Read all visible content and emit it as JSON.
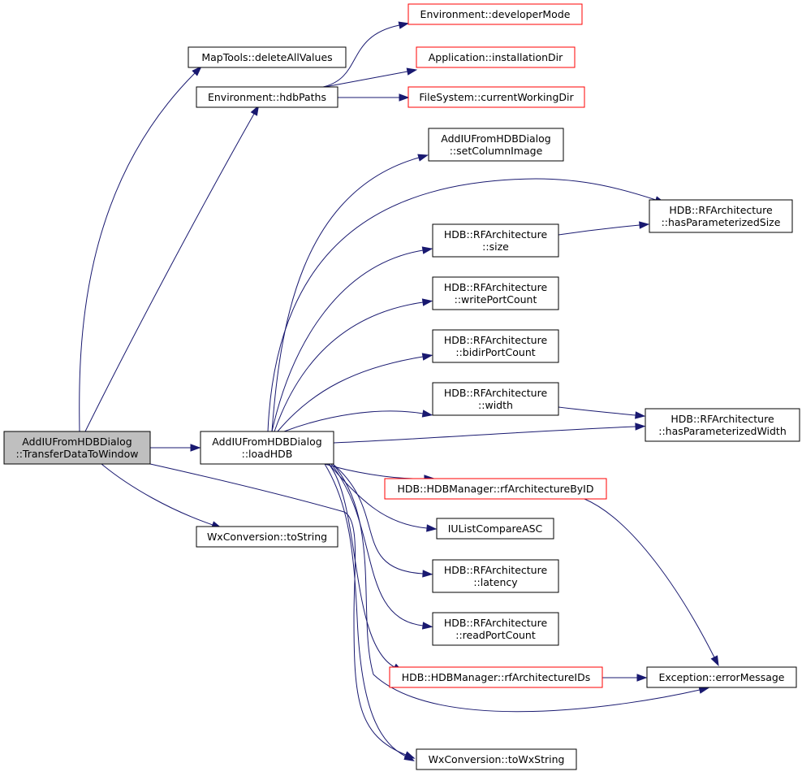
{
  "colors": {
    "edge": "#191970",
    "border_normal": "#000000",
    "border_truncated": "#ff0000",
    "fill_normal": "#ffffff",
    "fill_root": "#bfbfbf"
  },
  "nodes": {
    "root": {
      "lines": [
        "AddIUFromHDBDialog",
        "::TransferDataToWindow"
      ],
      "kind": "root"
    },
    "loadhdb": {
      "lines": [
        "AddIUFromHDBDialog",
        "::loadHDB"
      ],
      "kind": "normal"
    },
    "mapdel": {
      "lines": [
        "MapTools::deleteAllValues"
      ],
      "kind": "normal"
    },
    "hdbpaths": {
      "lines": [
        "Environment::hdbPaths"
      ],
      "kind": "normal"
    },
    "devmode": {
      "lines": [
        "Environment::developerMode"
      ],
      "kind": "truncated"
    },
    "instdir": {
      "lines": [
        "Application::installationDir"
      ],
      "kind": "truncated"
    },
    "cwd": {
      "lines": [
        "FileSystem::currentWorkingDir"
      ],
      "kind": "truncated"
    },
    "wxtostr": {
      "lines": [
        "WxConversion::toString"
      ],
      "kind": "normal"
    },
    "setcol": {
      "lines": [
        "AddIUFromHDBDialog",
        "::setColumnImage"
      ],
      "kind": "normal"
    },
    "haspsize": {
      "lines": [
        "HDB::RFArchitecture",
        "::hasParameterizedSize"
      ],
      "kind": "normal"
    },
    "size": {
      "lines": [
        "HDB::RFArchitecture",
        "::size"
      ],
      "kind": "normal"
    },
    "writepc": {
      "lines": [
        "HDB::RFArchitecture",
        "::writePortCount"
      ],
      "kind": "normal"
    },
    "bidirpc": {
      "lines": [
        "HDB::RFArchitecture",
        "::bidirPortCount"
      ],
      "kind": "normal"
    },
    "width": {
      "lines": [
        "HDB::RFArchitecture",
        "::width"
      ],
      "kind": "normal"
    },
    "haspwidth": {
      "lines": [
        "HDB::RFArchitecture",
        "::hasParameterizedWidth"
      ],
      "kind": "normal"
    },
    "rfbyid": {
      "lines": [
        "HDB::HDBManager::rfArchitectureByID"
      ],
      "kind": "truncated"
    },
    "iulist": {
      "lines": [
        "IUListCompareASC"
      ],
      "kind": "normal"
    },
    "latency": {
      "lines": [
        "HDB::RFArchitecture",
        "::latency"
      ],
      "kind": "normal"
    },
    "readpc": {
      "lines": [
        "HDB::RFArchitecture",
        "::readPortCount"
      ],
      "kind": "normal"
    },
    "rfids": {
      "lines": [
        "HDB::HDBManager::rfArchitectureIDs"
      ],
      "kind": "truncated"
    },
    "errmsg": {
      "lines": [
        "Exception::errorMessage"
      ],
      "kind": "normal"
    },
    "towx": {
      "lines": [
        "WxConversion::toWxString"
      ],
      "kind": "normal"
    }
  },
  "edges": [
    {
      "from": "root",
      "to": "loadhdb"
    },
    {
      "from": "root",
      "to": "mapdel"
    },
    {
      "from": "root",
      "to": "hdbpaths"
    },
    {
      "from": "root",
      "to": "wxtostr"
    },
    {
      "from": "root",
      "to": "towx"
    },
    {
      "from": "hdbpaths",
      "to": "devmode"
    },
    {
      "from": "hdbpaths",
      "to": "instdir"
    },
    {
      "from": "hdbpaths",
      "to": "cwd"
    },
    {
      "from": "loadhdb",
      "to": "setcol"
    },
    {
      "from": "loadhdb",
      "to": "haspsize"
    },
    {
      "from": "loadhdb",
      "to": "size"
    },
    {
      "from": "loadhdb",
      "to": "writepc"
    },
    {
      "from": "loadhdb",
      "to": "bidirpc"
    },
    {
      "from": "loadhdb",
      "to": "width"
    },
    {
      "from": "loadhdb",
      "to": "haspwidth"
    },
    {
      "from": "loadhdb",
      "to": "rfbyid"
    },
    {
      "from": "loadhdb",
      "to": "iulist"
    },
    {
      "from": "loadhdb",
      "to": "latency"
    },
    {
      "from": "loadhdb",
      "to": "readpc"
    },
    {
      "from": "loadhdb",
      "to": "rfids"
    },
    {
      "from": "loadhdb",
      "to": "errmsg"
    },
    {
      "from": "loadhdb",
      "to": "towx"
    },
    {
      "from": "size",
      "to": "haspsize"
    },
    {
      "from": "width",
      "to": "haspwidth"
    },
    {
      "from": "rfbyid",
      "to": "errmsg"
    },
    {
      "from": "rfids",
      "to": "errmsg"
    }
  ]
}
